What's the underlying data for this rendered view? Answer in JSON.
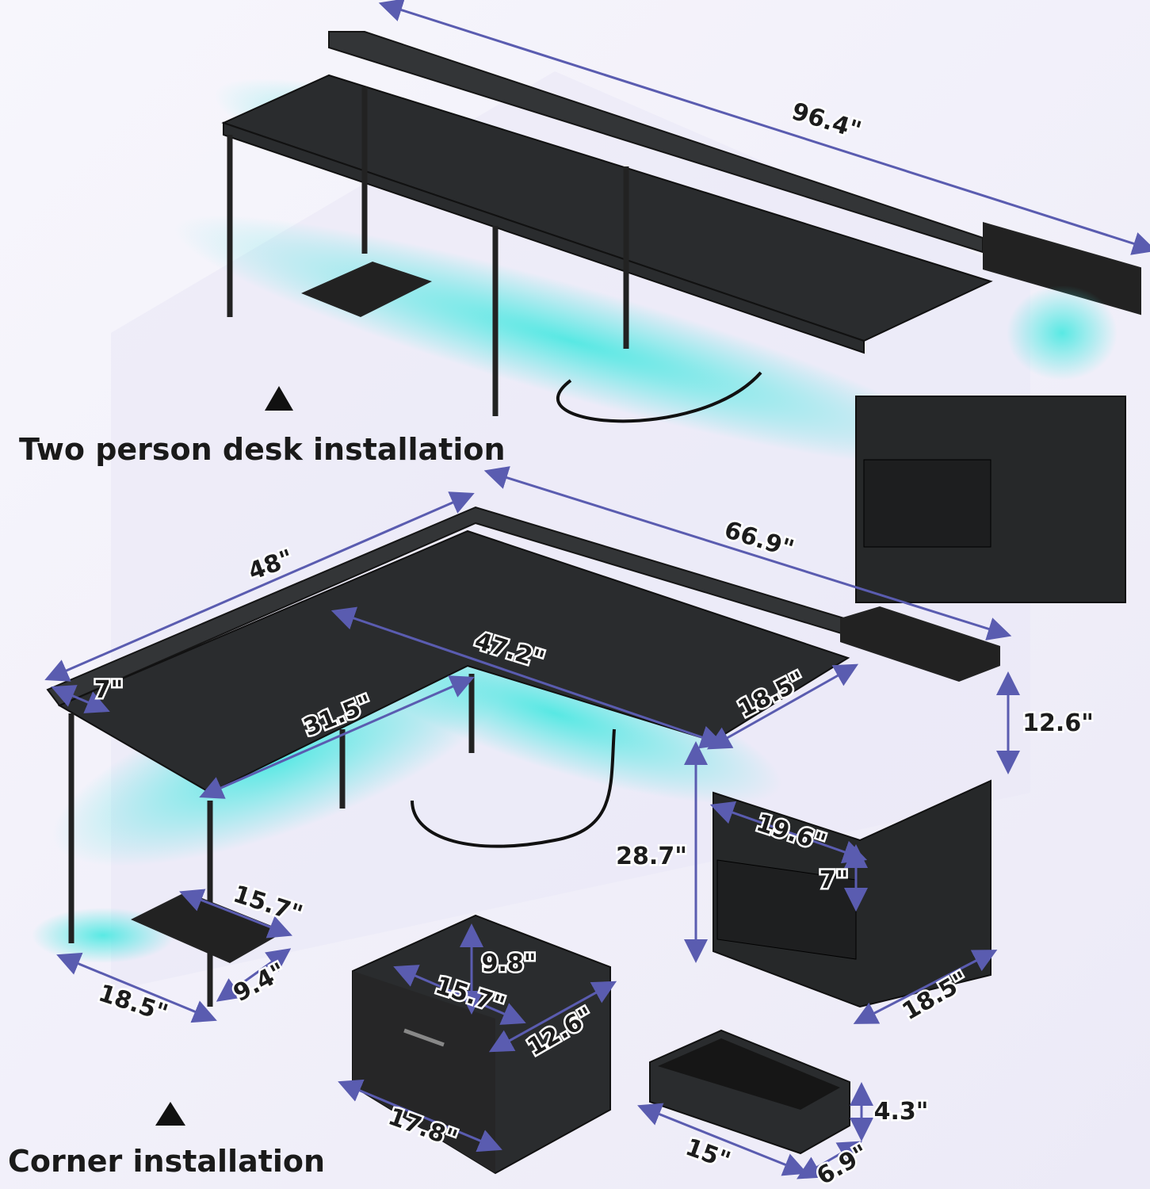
{
  "captions": {
    "two_person": "Two person desk installation",
    "corner": "Corner installation"
  },
  "colors": {
    "background": "#f4f3fb",
    "dimension_line": "#5a5cb0",
    "led_glow": "#3ee8e0",
    "desk": "#2a2c2e"
  },
  "dimensions": {
    "total_length": "96.4\"",
    "long_side": "66.9\"",
    "short_side": "48\"",
    "inner_long": "47.2\"",
    "shelf_depth": "7\"",
    "inner_short": "31.5\"",
    "cabinet_width_top": "18.5\"",
    "shelf_height": "12.6\"",
    "cabinet_top": "19.6\"",
    "desk_height": "28.7\"",
    "open_shelf": "7\"",
    "cpu_stand_length": "15.7\"",
    "cpu_stand_width": "9.4\"",
    "desk_depth": "18.5\"",
    "cabinet_depth": "18.5\"",
    "drawer_height": "9.8\"",
    "drawer_inner_length": "15.7\"",
    "drawer_inner_width": "12.6\"",
    "drawer_length": "17.8\"",
    "organizer_height": "4.3\"",
    "organizer_length": "15\"",
    "organizer_width": "6.9\""
  }
}
